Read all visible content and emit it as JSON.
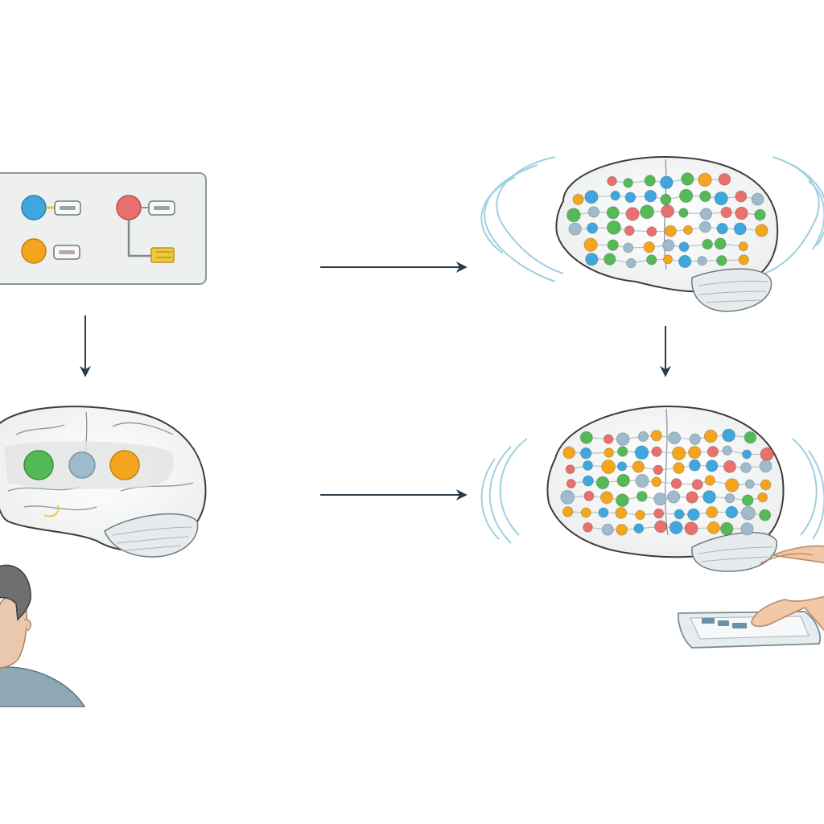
{
  "diagram": {
    "colors": {
      "blue": "#3fa7dd",
      "red": "#e8706d",
      "orange": "#f3a51e",
      "green": "#56b957",
      "grey_blue": "#9fbacb",
      "arrow": "#2b3a48",
      "wave": "#9fd0de",
      "brain_outline": "#3d3d3d",
      "panel_fill": "#eef0f0",
      "panel_stroke": "#8d979b"
    },
    "nodes": [
      {
        "id": "circuit-panel",
        "kind": "switchboard-panel",
        "icons": [
          "blue-node",
          "red-node",
          "orange-node",
          "switch-icon",
          "switch-icon",
          "switch-icon",
          "plug-icon"
        ]
      },
      {
        "id": "simple-brain",
        "kind": "brain",
        "node_count": 3,
        "node_colors": [
          "green",
          "grey_blue",
          "orange"
        ]
      },
      {
        "id": "network-brain-top",
        "kind": "brain",
        "node_density": "dense",
        "emits": "signal-waves"
      },
      {
        "id": "network-brain-bottom",
        "kind": "brain",
        "node_density": "dense",
        "emits": "signal-waves"
      },
      {
        "id": "person",
        "kind": "person-head-icon"
      },
      {
        "id": "hand-with-device",
        "kind": "hand-tablet-icon"
      }
    ],
    "edges": [
      {
        "from": "circuit-panel",
        "to": "simple-brain",
        "direction": "down"
      },
      {
        "from": "circuit-panel",
        "to": "network-brain-top",
        "direction": "right"
      },
      {
        "from": "network-brain-top",
        "to": "network-brain-bottom",
        "direction": "down"
      },
      {
        "from": "simple-brain",
        "to": "network-brain-bottom",
        "direction": "right"
      }
    ]
  }
}
